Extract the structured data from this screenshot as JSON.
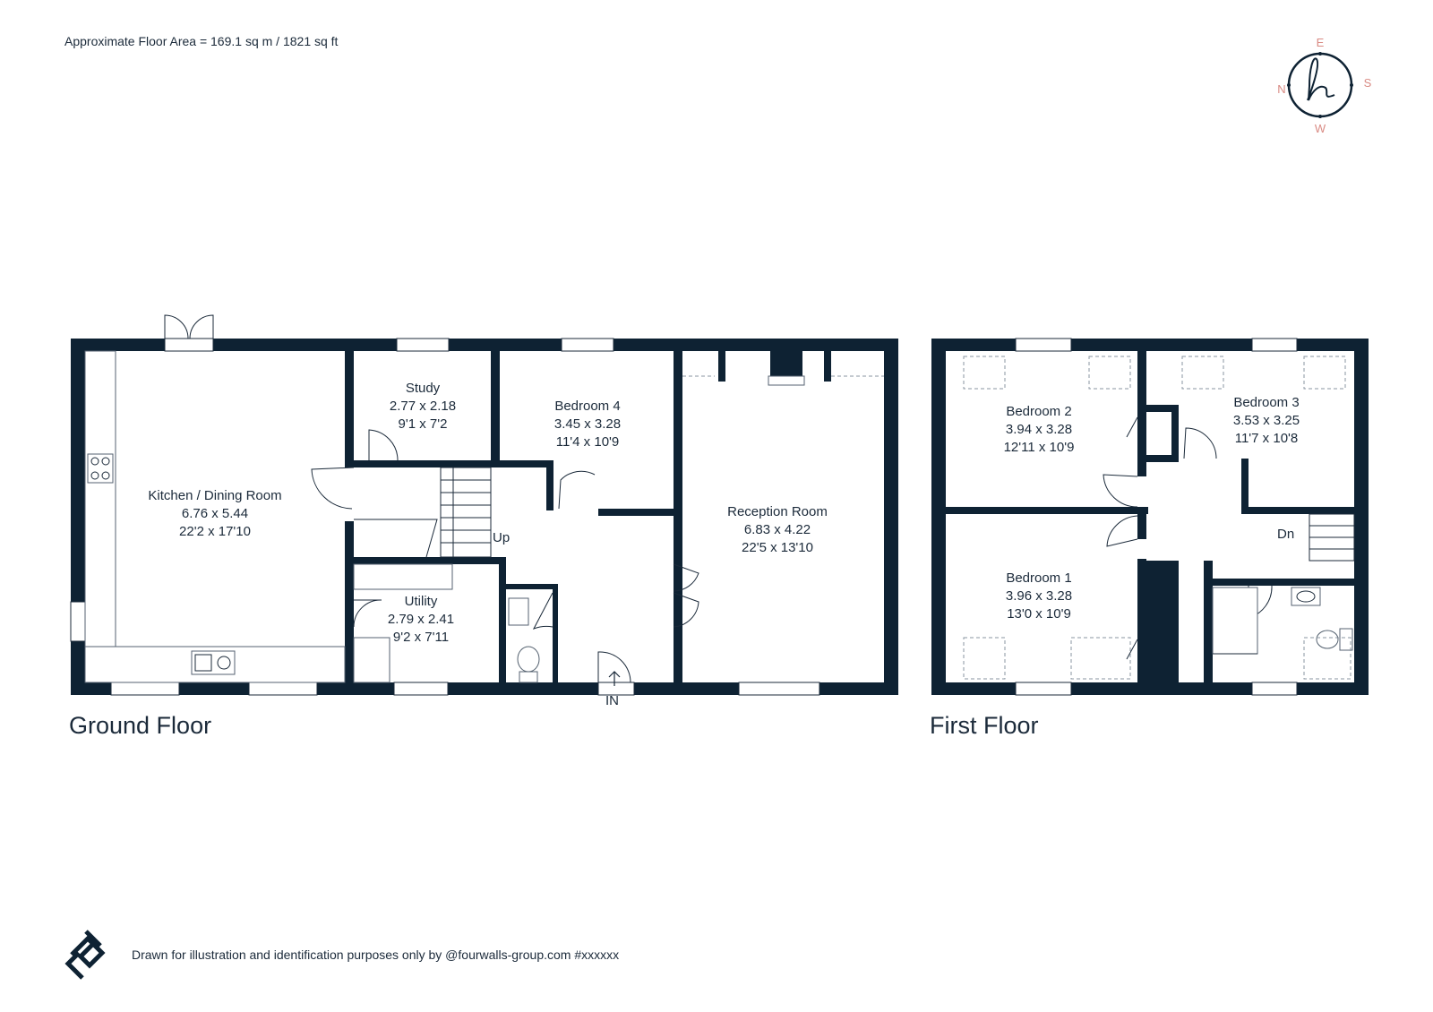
{
  "header": {
    "floor_area": "Approximate Floor Area = 169.1 sq m / 1821 sq ft"
  },
  "compass": {
    "north": "N",
    "east": "E",
    "south": "S",
    "west": "W",
    "logo_mark": "h",
    "accent_color": "#d98b84"
  },
  "ground_floor": {
    "title": "Ground Floor",
    "rooms": [
      {
        "name": "Kitchen / Dining Room",
        "metric": "6.76 x 5.44",
        "imperial": "22'2 x 17'10"
      },
      {
        "name": "Study",
        "metric": "2.77 x 2.18",
        "imperial": "9'1 x 7'2"
      },
      {
        "name": "Bedroom 4",
        "metric": "3.45 x 3.28",
        "imperial": "11'4 x 10'9"
      },
      {
        "name": "Reception Room",
        "metric": "6.83 x 4.22",
        "imperial": "22'5 x 13'10"
      },
      {
        "name": "Utility",
        "metric": "2.79 x 2.41",
        "imperial": "9'2 x 7'11"
      }
    ],
    "stairs_label": "Up",
    "entrance_label": "IN"
  },
  "first_floor": {
    "title": "First Floor",
    "rooms": [
      {
        "name": "Bedroom 2",
        "metric": "3.94 x 3.28",
        "imperial": "12'11 x 10'9"
      },
      {
        "name": "Bedroom 3",
        "metric": "3.53 x 3.25",
        "imperial": "11'7 x 10'8"
      },
      {
        "name": "Bedroom 1",
        "metric": "3.96 x 3.28",
        "imperial": "13'0 x 10'9"
      }
    ],
    "stairs_label": "Dn"
  },
  "footer": {
    "disclaimer": "Drawn for illustration and identification purposes only by @fourwalls-group.com #xxxxxx"
  }
}
